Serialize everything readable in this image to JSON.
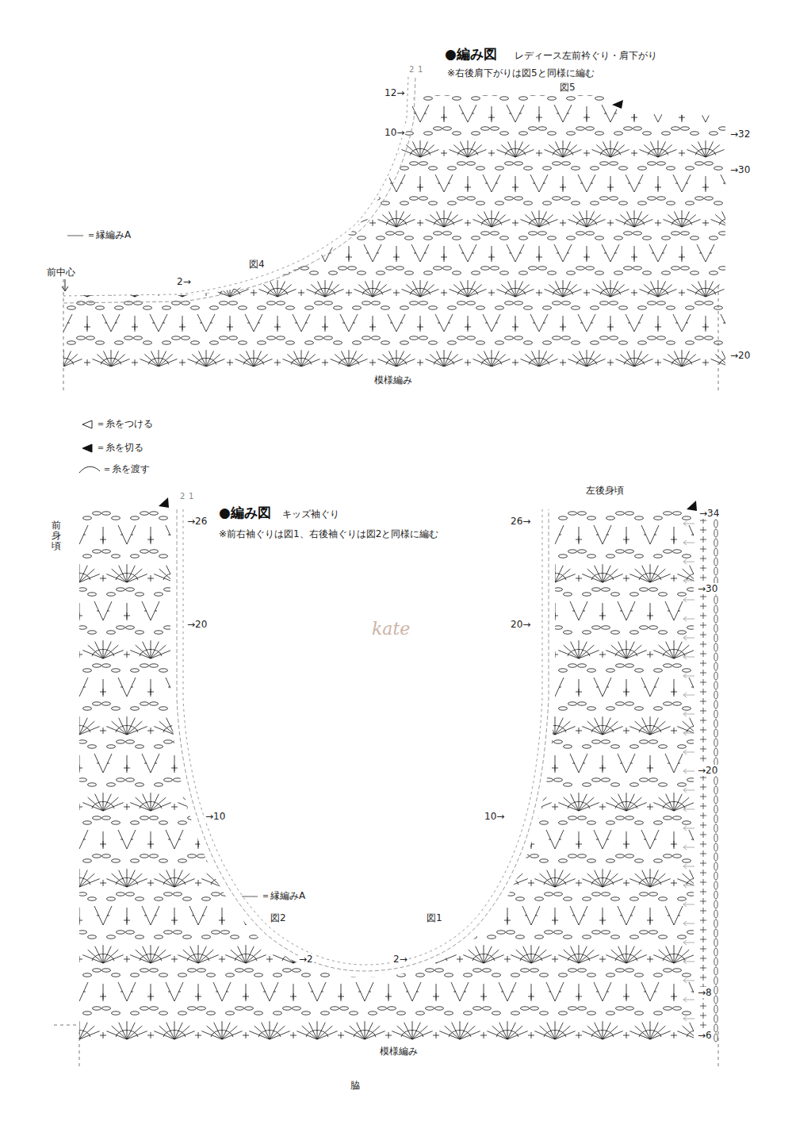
{
  "diagram": {
    "labels": [
      "●編み図",
      "レディース左前衿ぐり・肩下がり",
      "※右後肩下がりは図5と同様に編む",
      "図5",
      "2",
      "1",
      "12→",
      "10→",
      "→32",
      "→30",
      "前中心",
      "図4",
      "2→",
      "→20",
      "模様編み",
      "●編み図",
      "キッズ袖ぐり",
      "※前右袖ぐりは図1、右後袖ぐりは図2と同様に編む",
      "2",
      "1",
      "左後身頃",
      "前身頃",
      "→26",
      "26→",
      "→34",
      "→30",
      "→20",
      "20→",
      "→20",
      "→10",
      "10→",
      "図2",
      "図1",
      "→2",
      "2→",
      "→8",
      "→6",
      "模様編み",
      "脇",
      "kate"
    ],
    "legend": [
      {
        "text": "＝縁編みA"
      },
      {
        "text": "＝糸をつける"
      },
      {
        "text": "＝糸を切る"
      },
      {
        "text": "＝糸を渡す"
      },
      {
        "text": "＝縁編みA"
      }
    ]
  }
}
